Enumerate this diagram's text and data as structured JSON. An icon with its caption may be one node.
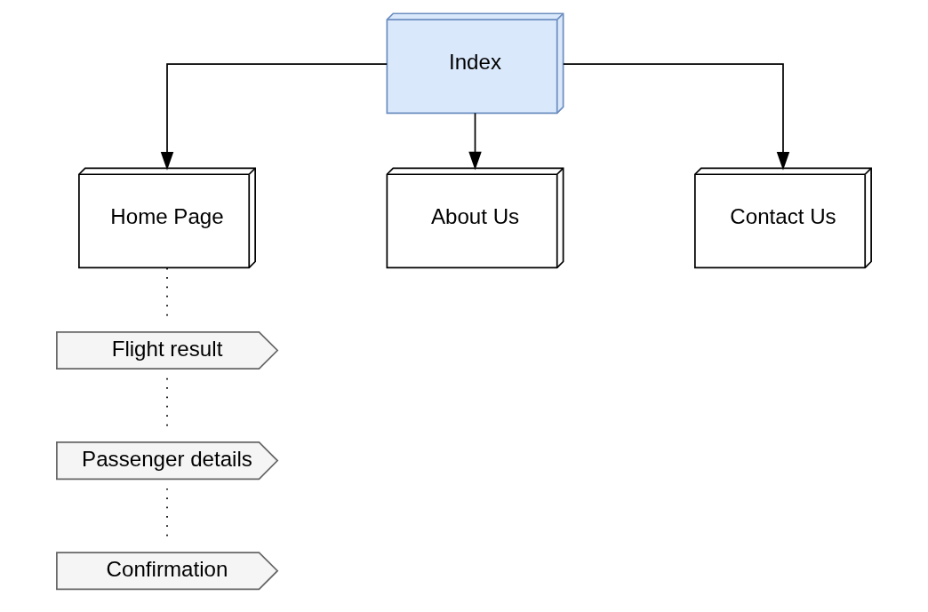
{
  "diagram": {
    "nodes": [
      {
        "text": [
          "Index"
        ]
      },
      {
        "text": [
          "Home Page"
        ]
      },
      {
        "text": [
          "About Us"
        ]
      },
      {
        "text": [
          "Contact Us"
        ]
      },
      {
        "text": [
          "Flight result"
        ]
      },
      {
        "text": [
          "Passenger details"
        ]
      },
      {
        "text": [
          "Confirmation"
        ]
      }
    ],
    "edges": [
      {
        "from": 0,
        "to": 1,
        "arrow": "to"
      },
      {
        "from": 0,
        "to": 2,
        "arrow": "to"
      },
      {
        "from": 0,
        "to": 3,
        "arrow": "to"
      },
      {
        "from": 1,
        "to": 4,
        "arrow": "none",
        "style": "dashed"
      },
      {
        "from": 4,
        "to": 5,
        "arrow": "none",
        "style": "dashed"
      },
      {
        "from": 5,
        "to": 6,
        "arrow": "none",
        "style": "dashed"
      }
    ]
  }
}
